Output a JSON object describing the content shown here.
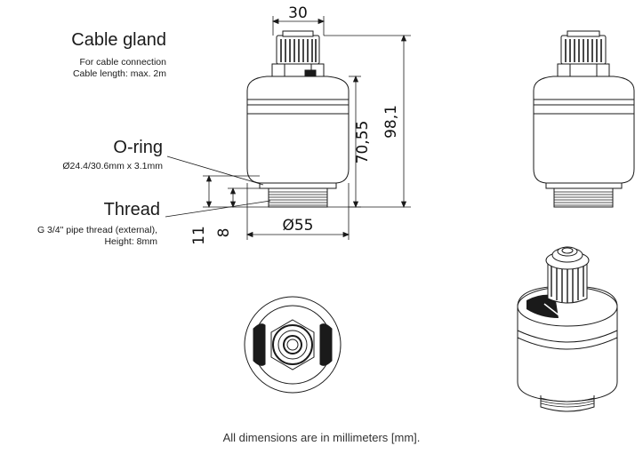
{
  "labels": {
    "cable_gland": {
      "title": "Cable gland",
      "line1": "For cable connection",
      "line2": "Cable length: max. 2m"
    },
    "oring": {
      "title": "O-ring",
      "line1": "Ø24.4/30.6mm x 3.1mm"
    },
    "thread": {
      "title": "Thread",
      "line1": "G 3/4\" pipe thread (external),",
      "line2": "Height: 8mm"
    }
  },
  "dimensions": {
    "gland_width": "30",
    "body_height": "70,55",
    "total_height": "98,1",
    "diameter": "Ø55",
    "thread_total": "11",
    "thread_height": "8"
  },
  "footer": "All dimensions are in millimeters [mm]."
}
